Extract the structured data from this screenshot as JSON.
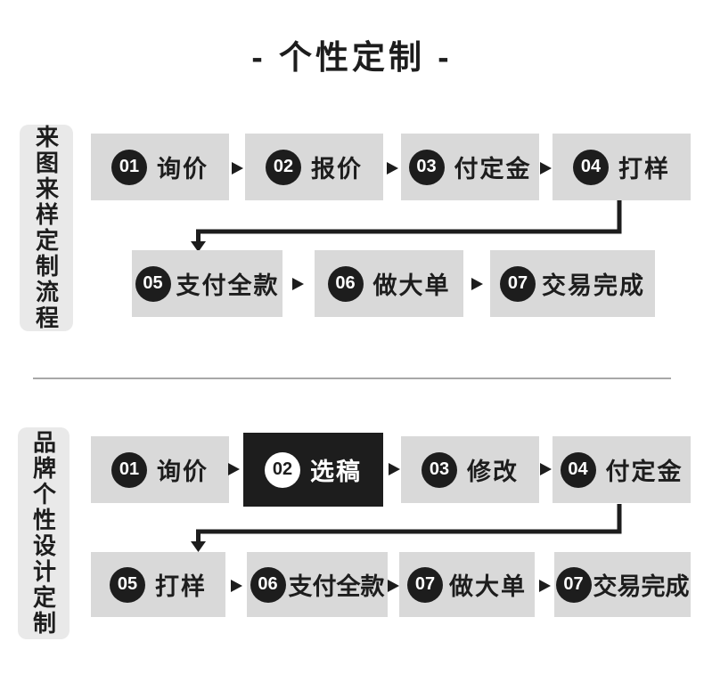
{
  "title": "- 个性定制 -",
  "colors": {
    "ink": "#1d1d1d",
    "box_gray": "#d9d9d9",
    "sidebar_gray": "#e9e9e9",
    "divider_gray": "#a8a8a8",
    "highlight_box_bg": "#1d1d1d"
  },
  "sections": [
    {
      "label": "来图来样定制流程",
      "rows": [
        {
          "steps": [
            {
              "num": "01",
              "label": "询价"
            },
            {
              "num": "02",
              "label": "报价"
            },
            {
              "num": "03",
              "label": "付定金"
            },
            {
              "num": "04",
              "label": "打样"
            }
          ]
        },
        {
          "steps": [
            {
              "num": "05",
              "label": "支付全款"
            },
            {
              "num": "06",
              "label": "做大单"
            },
            {
              "num": "07",
              "label": "交易完成"
            }
          ]
        }
      ]
    },
    {
      "label": "品牌个性设计定制",
      "rows": [
        {
          "steps": [
            {
              "num": "01",
              "label": "询价"
            },
            {
              "num": "02",
              "label": "选稿",
              "highlighted": true
            },
            {
              "num": "03",
              "label": "修改"
            },
            {
              "num": "04",
              "label": "付定金"
            }
          ]
        },
        {
          "steps": [
            {
              "num": "05",
              "label": "打样"
            },
            {
              "num": "06",
              "label": "支付全款"
            },
            {
              "num": "07",
              "label": "做大单"
            },
            {
              "num": "07",
              "label": "交易完成"
            }
          ]
        }
      ]
    }
  ]
}
